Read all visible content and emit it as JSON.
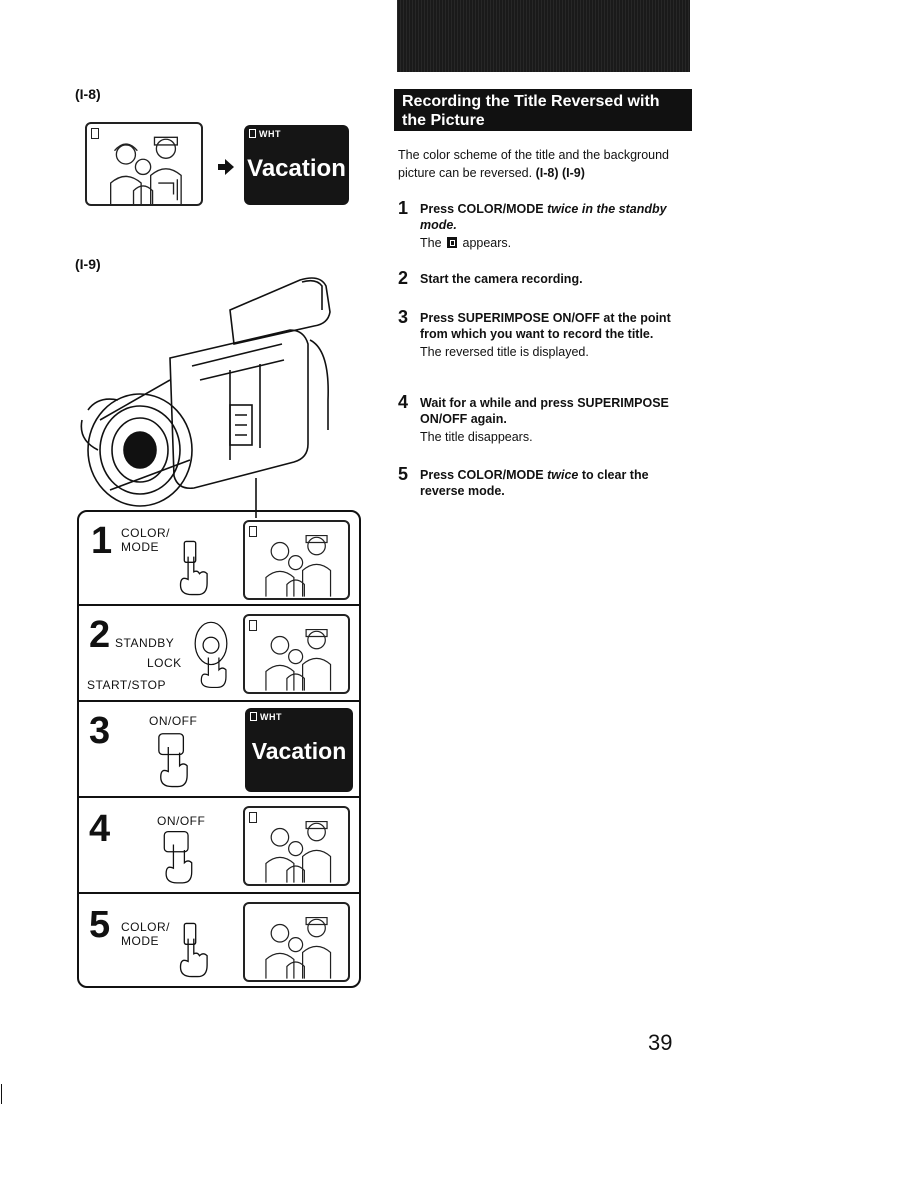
{
  "figures": {
    "top_label": "(I-8)",
    "mid_label": "(I-9)"
  },
  "screen": {
    "indicator": "WHT",
    "title": "Vacation"
  },
  "panel": {
    "steps": [
      {
        "num": "1",
        "control": "COLOR/\nMODE"
      },
      {
        "num": "2",
        "control_a": "STANDBY",
        "control_b": "LOCK",
        "control_c": "START/STOP"
      },
      {
        "num": "3",
        "control": "ON/OFF"
      },
      {
        "num": "4",
        "control": "ON/OFF"
      },
      {
        "num": "5",
        "control": "COLOR/\nMODE"
      }
    ]
  },
  "section": {
    "heading": "Recording the Title Reversed with the Picture",
    "intro": "The color scheme of the title and the background picture can be reversed.",
    "intro_refs": "(I-8) (I-9)"
  },
  "steps": [
    {
      "num": "1",
      "a": "Press COLOR/MODE ",
      "b": "twice in the standby mode.",
      "note_pre": "The ",
      "note_post": " appears."
    },
    {
      "num": "2",
      "a": "Start the camera recording."
    },
    {
      "num": "3",
      "a": "Press SUPERIMPOSE ON/OFF at the point from which you want to record the title.",
      "note": "The reversed title is displayed."
    },
    {
      "num": "4",
      "a": "Wait for a while and press SUPERIMPOSE ON/OFF again.",
      "note": "The title disappears."
    },
    {
      "num": "5",
      "a": "Press COLOR/MODE ",
      "b": "twice",
      "c": " to clear the reverse mode."
    }
  ],
  "page_number": "39"
}
